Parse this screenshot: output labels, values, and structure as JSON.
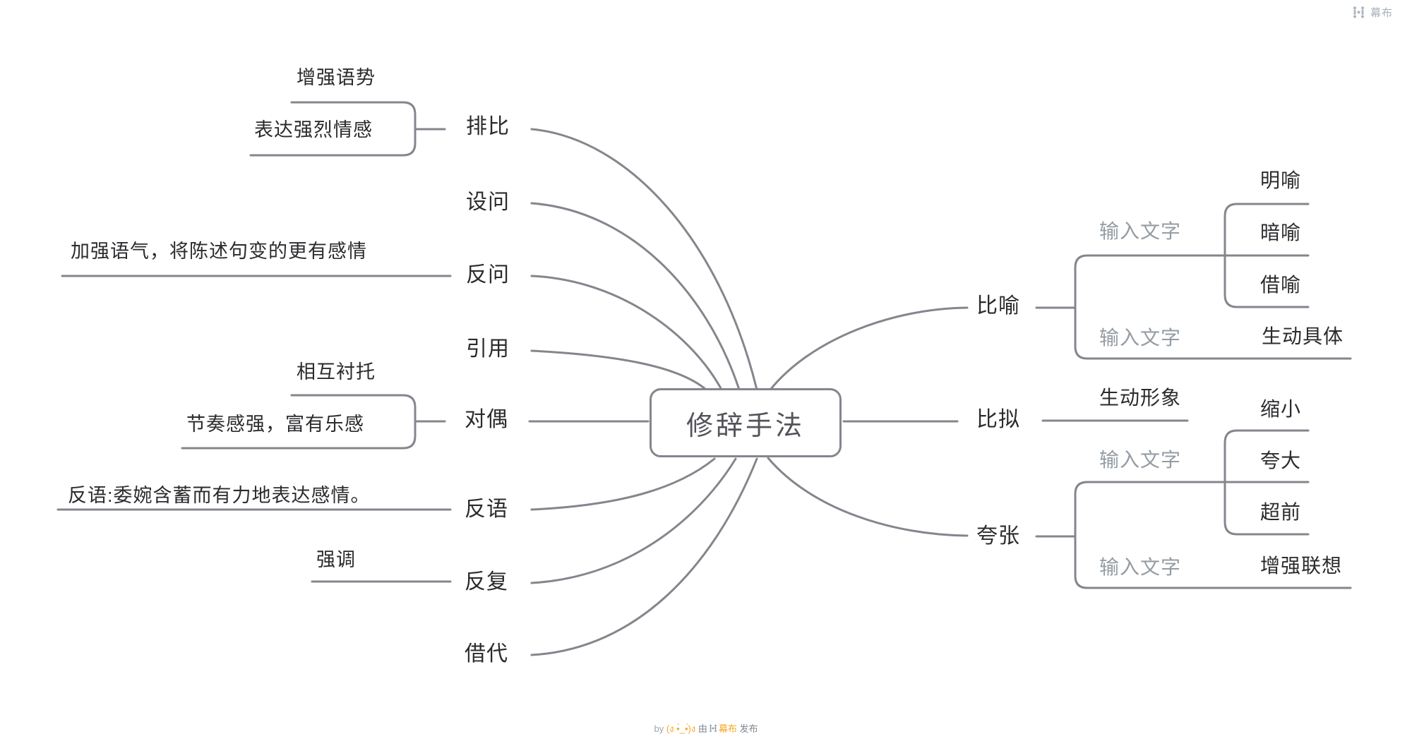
{
  "brand": {
    "name": "幕布"
  },
  "footer": {
    "by": "by",
    "author": "(ง •̀_•́)ง",
    "via": "由",
    "brand": "幕布",
    "publish": "发布"
  },
  "map": {
    "root": {
      "label": "修辞手法"
    },
    "left": [
      {
        "label": "排比",
        "children": [
          {
            "label": "增强语势"
          },
          {
            "label": "表达强烈情感"
          }
        ]
      },
      {
        "label": "设问",
        "children": []
      },
      {
        "label": "反问",
        "children": [
          {
            "label": "加强语气，将陈述句变的更有感情"
          }
        ]
      },
      {
        "label": "引用",
        "children": []
      },
      {
        "label": "对偶",
        "children": [
          {
            "label": "相互衬托"
          },
          {
            "label": "节奏感强，富有乐感"
          }
        ]
      },
      {
        "label": "反语",
        "children": [
          {
            "label": "反语:委婉含蓄而有力地表达感情。"
          }
        ]
      },
      {
        "label": "反复",
        "children": [
          {
            "label": "强调"
          }
        ]
      },
      {
        "label": "借代",
        "children": []
      }
    ],
    "right": [
      {
        "label": "比喻",
        "children": [
          {
            "label": "输入文字",
            "placeholder": true,
            "children": [
              {
                "label": "明喻"
              },
              {
                "label": "暗喻"
              },
              {
                "label": "借喻"
              }
            ]
          },
          {
            "label": "输入文字",
            "placeholder": true,
            "children": [
              {
                "label": "生动具体"
              }
            ]
          }
        ]
      },
      {
        "label": "比拟",
        "children": [
          {
            "label": "生动形象"
          }
        ]
      },
      {
        "label": "夸张",
        "children": [
          {
            "label": "输入文字",
            "placeholder": true,
            "children": [
              {
                "label": "缩小"
              },
              {
                "label": "夸大"
              },
              {
                "label": "超前"
              }
            ]
          },
          {
            "label": "输入文字",
            "placeholder": true,
            "children": [
              {
                "label": "增强联想"
              }
            ]
          }
        ]
      }
    ]
  },
  "colors": {
    "line": "#85858d",
    "node_text": "#2b2b2e",
    "placeholder_text": "#949ca4",
    "root_text": "#53535a",
    "brand_gray": "#a8b0b8",
    "accent_amber": "#f5a623"
  }
}
